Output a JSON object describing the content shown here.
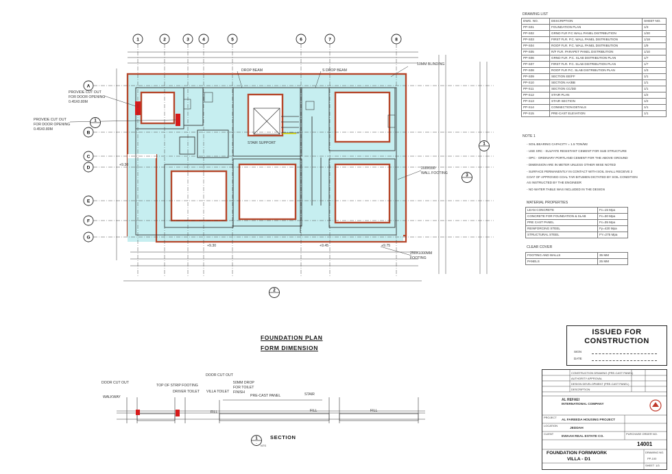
{
  "plan": {
    "grid_top": [
      "1",
      "2",
      "3",
      "4",
      "5",
      "6",
      "7",
      "8"
    ],
    "grid_left": [
      "A",
      "B",
      "C",
      "D",
      "E",
      "F",
      "G"
    ],
    "markers": {
      "m1_left": "1",
      "m1_right": "1",
      "m2": "2",
      "m3": "3"
    },
    "labels": {
      "drop_beam": "DROP BEAM",
      "s_drop_beam": "S DROP BEAM",
      "blinding": "10MM BLINDING",
      "cutout1": "PROVIDE CUT OUT",
      "cutout1b": "FOR DOOR OPENING",
      "cutout1c": "0.45X0.80M",
      "cutout2": "PROVIDE CUT OUT",
      "cutout2b": "FOR DOOR OPENING",
      "cutout2c": "0.45X0.80M",
      "stair_support": "STAIR SUPPORT",
      "wall_footing": "200X550",
      "wall_footing2": "WALL FOOTING",
      "footing": "250X1000MM",
      "footing2": "FOOTING",
      "lvl1": "+9.30",
      "lvl2": "+9.45",
      "lvl3": "+9.75",
      "lvl4": "+9.30"
    },
    "title": "FOUNDATION PLAN",
    "subtitle": "FORM DIMENSION"
  },
  "section": {
    "labels": {
      "door1": "DOOR CUT OUT",
      "strip": "TOP OF STRIP FOOTING",
      "driver": "DRIVER TOILET",
      "door2": "DOOR CUT OUT",
      "villa": "VILLA TOILET",
      "drop": "50MM DROP",
      "drop2": "FOR TOILET",
      "drop3": "FINISH",
      "precast": "PRE-CAST PANEL",
      "stair": "STAIR",
      "walkway": "WALKWAY",
      "fill": "FILL"
    },
    "marker": "1",
    "marker_sub": "-",
    "title": "SECTION",
    "nts": "NTS"
  },
  "drawing_list": {
    "title": "DRAWING LIST",
    "headers": [
      "DWG. NO.",
      "DESCRIPTION",
      "SHEET NO."
    ],
    "rows": [
      [
        "PP-S01",
        "FOUNDATION PLAN",
        "1/3"
      ],
      [
        "PP-S02",
        "GRND FLR P.C WALL PANEL DISTRIBUTION",
        "1/20"
      ],
      [
        "PP-S03",
        "FIRST FLR. P.C. WALL PANEL DISTRIBUTION",
        "1/18"
      ],
      [
        "PP-S04",
        "ROOF FLR. P.C. WALL PANEL DISTRIBUTION",
        "1/9"
      ],
      [
        "PP-S05",
        "R/F FLR. PARAPET PANEL DISTRIBUTION",
        "1/10"
      ],
      [
        "PP-S06",
        "GRND FLR. P.C. SLAB DISTRIBUTION PLAN",
        "1/7"
      ],
      [
        "PP-S07",
        "FIRST FLR. P.C. SLAB DISTRIBUTION PLAN",
        "1/7"
      ],
      [
        "PP-S08",
        "ROOF FLR P.C. SLAB DISTRIBUTION PLAN",
        "1/3"
      ],
      [
        "PP-S09",
        "SECTION EE/FF",
        "1/1"
      ],
      [
        "PP-S10",
        "SECTION AA/BB",
        "1/1"
      ],
      [
        "PP-S11",
        "SECTION CC/DD",
        "1/1"
      ],
      [
        "PP-S12",
        "STAIR PLAN",
        "1/2"
      ],
      [
        "PP-S13",
        "STAIR SECTION",
        "1/2"
      ],
      [
        "PP-S14",
        "CONNECTION DETAILS",
        "1/1"
      ],
      [
        "PP-S15",
        "PRE-CAST ELEVATION",
        "1/1"
      ]
    ]
  },
  "notes": {
    "title": "NOTE 1",
    "items": [
      "SOIL BEARING CAPACITY = 1.5 TON/M2",
      "USE SRC - SULFATE RESISTANT CEMENT FOR SUB STRUCTURE",
      "OPC - ORDINARY PORTLAND CEMENT FOR THE ABOVE GROUND",
      "DIMENSION ARE IN METER UNLESS OTHER WISE NOTED",
      "SURFACE PERMANENTLY IN CONTACT WITH SOIL SHALL RECIEVE 2",
      "COAT OF APPROVED COAL TAR BITUMEN DICTATED BY SOIL CONDITION",
      "AS INSTRUCTED BY THE ENGINEER",
      "NO WATER TABLE WAS INCLUDED IN THE DESIGN"
    ]
  },
  "materials": {
    "title": "MATERIAL PROPERTIES",
    "rows": [
      [
        "LEAN CONCRETE",
        "Fc=15 Mpa"
      ],
      [
        "CONCRETE FOR FOUNDATION & SLAB",
        "Fc=30 Mpa"
      ],
      [
        "PRE CAST PANEL",
        "Fc=35 Mpa"
      ],
      [
        "REINFORCING STEEL",
        "Fy=420 Mpa"
      ],
      [
        "STRUCTURAL STEEL",
        "FY=275 Mpa"
      ]
    ]
  },
  "clear_cover": {
    "title": "CLEAR COVER",
    "rows": [
      [
        "FOOTING AND WALLS",
        "35 MM"
      ],
      [
        "PANELS",
        "25 MM"
      ]
    ]
  },
  "stamp": {
    "line1": "ISSUED FOR",
    "line2": "CONSTRUCTION",
    "sign": "SIGN",
    "date": "DATE"
  },
  "title_block": {
    "rev_rows": [
      [
        "CONSTRUCTION DRAWING (PRE-CAST PANEL)"
      ],
      [
        "AUTHORITY APPROVAL"
      ],
      [
        "DESIGN DEVELOPMENT (PRE-CAST PANEL)"
      ]
    ],
    "rev_headers": [
      "DESCRIPTION"
    ],
    "company_name": "AL REFAEI",
    "company_name2": "INTERNATIONAL COMPANY",
    "project_label": "PROJECT",
    "project": "AL FAREEDA HOUSING PROJECT",
    "location_label": "LOCATION",
    "location": "JEDDAH",
    "client_label": "CLIENT",
    "client": "EWAAH REAL ESTATE CO.",
    "po_label": "PURCHASE ORDER NO.",
    "po": "14001",
    "drawing_title1": "FOUNDATION FORMWORK",
    "drawing_title2": "VILLA - D1",
    "drawing_no_label": "DRAWING NO.",
    "drawing_no": "PP-100",
    "sheet_label": "SHEET",
    "sheet": "1/3"
  },
  "colors": {
    "formwork_red": "#b5462a",
    "blinding_cyan": "#c6eef0",
    "line": "#333333"
  }
}
